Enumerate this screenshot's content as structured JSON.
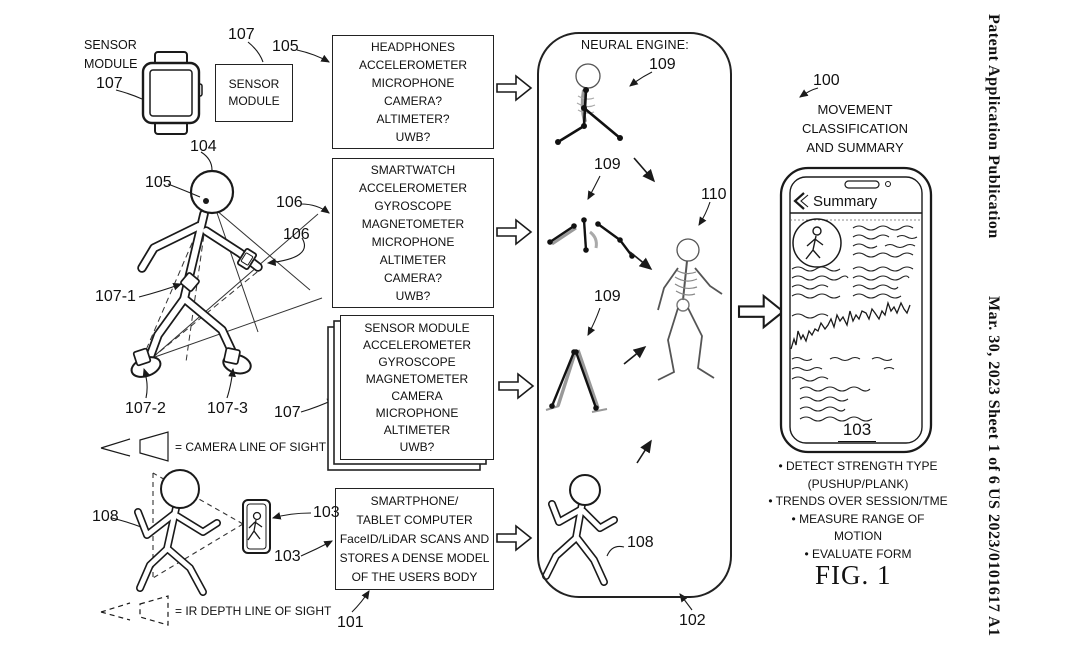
{
  "margin": {
    "publication": "Patent Application Publication",
    "date_sheet": "Mar. 30, 2023  Sheet 1 of 6",
    "doc_number": "US 2023/0101617 A1"
  },
  "left_scene": {
    "watch_caption": [
      "SENSOR",
      "MODULE"
    ],
    "module_box": [
      "SENSOR",
      "MODULE"
    ],
    "camera_legend": "= CAMERA LINE OF SIGHT",
    "ir_legend": "= IR DEPTH LINE OF SIGHT"
  },
  "refs": {
    "r100": "100",
    "r101": "101",
    "r102": "102",
    "r103_phone2": "103",
    "r103_box": "103",
    "r104": "104",
    "r105_head": "105",
    "r105_box": "105",
    "r106_wrist": "106",
    "r106_box": "106",
    "r107_watch": "107",
    "r107_module": "107",
    "r107_box": "107",
    "r107_1": "107-1",
    "r107_2": "107-2",
    "r107_3": "107-3",
    "r108_left": "108",
    "r108_engine": "108",
    "r109_a": "109",
    "r109_b": "109",
    "r109_c": "109",
    "r110": "110"
  },
  "boxes": {
    "headphones": {
      "lines": [
        "HEADPHONES",
        "ACCELEROMETER",
        "MICROPHONE",
        "CAMERA?",
        "ALTIMETER?",
        "UWB?"
      ]
    },
    "smartwatch": {
      "lines": [
        "SMARTWATCH",
        "ACCELEROMETER",
        "GYROSCOPE",
        "MAGNETOMETER",
        "MICROPHONE",
        "ALTIMETER",
        "CAMERA?",
        "UWB?"
      ]
    },
    "sensor_module": {
      "lines": [
        "SENSOR MODULE",
        "ACCELEROMETER",
        "GYROSCOPE",
        "MAGNETOMETER",
        "CAMERA",
        "MICROPHONE",
        "ALTIMETER",
        "UWB?"
      ]
    },
    "smartphone": {
      "lines": [
        "SMARTPHONE/",
        "TABLET COMPUTER",
        "FaceID/LiDAR SCANS AND",
        "STORES A DENSE MODEL",
        "OF THE USERS BODY"
      ]
    }
  },
  "engine": {
    "title": "NEURAL ENGINE:"
  },
  "summary_panel": {
    "heading_lines": [
      "MOVEMENT",
      "CLASSIFICATION",
      "AND SUMMARY"
    ],
    "phone_header": "Summary",
    "screen_ref": "103",
    "bullets": [
      "• DETECT STRENGTH TYPE",
      "(PUSHUP/PLANK)",
      "• TRENDS OVER SESSION/TME",
      "• MEASURE RANGE OF MOTION",
      "• EVALUATE FORM"
    ],
    "fig_label": "FIG. 1"
  }
}
